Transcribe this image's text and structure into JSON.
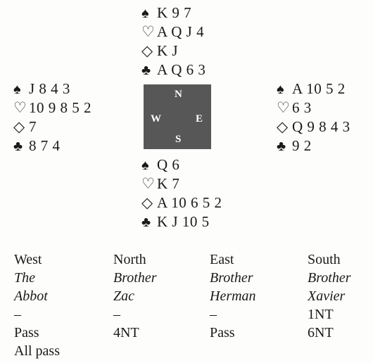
{
  "suits": {
    "spades": "♠",
    "hearts": "♡",
    "diamonds": "◇",
    "clubs": "♣"
  },
  "hands": {
    "north": {
      "spades": "K 9 7",
      "hearts": "A Q J 4",
      "diamonds": "K J",
      "clubs": "A Q 6 3"
    },
    "west": {
      "spades": "J 8 4 3",
      "hearts": "10 9 8 5 2",
      "diamonds": "7",
      "clubs": "8 7 4"
    },
    "east": {
      "spades": "A 10 5 2",
      "hearts": "6 3",
      "diamonds": "Q 9 8 4 3",
      "clubs": "9 2"
    },
    "south": {
      "spades": "Q 6",
      "hearts": "K 7",
      "diamonds": "A 10 6 5 2",
      "clubs": "K J 10 5"
    }
  },
  "compass": {
    "n": "N",
    "w": "W",
    "e": "E",
    "s": "S",
    "color": "#575757"
  },
  "auction": {
    "headers": [
      "West",
      "North",
      "East",
      "South"
    ],
    "players_line1": [
      "The",
      "Brother",
      "Brother",
      "Brother"
    ],
    "players_line2": [
      "Abbot",
      "Zac",
      "Herman",
      "Xavier"
    ],
    "rounds": [
      [
        "–",
        "–",
        "–",
        "1NT"
      ],
      [
        "Pass",
        "4NT",
        "Pass",
        "6NT"
      ],
      [
        "All pass",
        "",
        "",
        ""
      ]
    ]
  }
}
